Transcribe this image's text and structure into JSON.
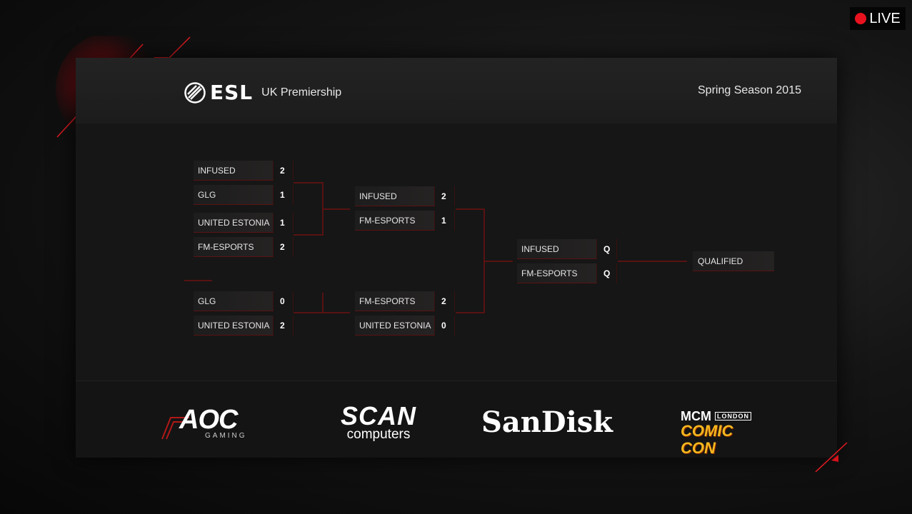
{
  "live_badge": {
    "label": "LIVE",
    "color": "#e8121e"
  },
  "header": {
    "logo_text": "ESL",
    "league": "UK Premiership",
    "season": "Spring Season 2015"
  },
  "bracket": {
    "upper_round1": [
      {
        "team": "INFUSED",
        "score": "2"
      },
      {
        "team": "GLG",
        "score": "1"
      },
      {
        "team": "UNITED ESTONIA",
        "score": "1"
      },
      {
        "team": "FM-ESPORTS",
        "score": "2"
      }
    ],
    "upper_round2": [
      {
        "team": "INFUSED",
        "score": "2"
      },
      {
        "team": "FM-ESPORTS",
        "score": "1"
      }
    ],
    "lower_round1": [
      {
        "team": "GLG",
        "score": "0"
      },
      {
        "team": "UNITED ESTONIA",
        "score": "2"
      }
    ],
    "lower_round2": [
      {
        "team": "FM-ESPORTS",
        "score": "2"
      },
      {
        "team": "UNITED ESTONIA",
        "score": "0"
      }
    ],
    "final": [
      {
        "team": "INFUSED",
        "score": "Q"
      },
      {
        "team": "FM-ESPORTS",
        "score": "Q"
      }
    ],
    "result_label": "QUALIFIED"
  },
  "sponsors": {
    "aoc": {
      "main": "AOC",
      "sub": "GAMING"
    },
    "scan": {
      "main": "SCAN",
      "sub": "computers"
    },
    "sandisk": {
      "main": "SanDisk"
    },
    "mcm": {
      "top": "MCM",
      "city": "LONDON",
      "bottom": "COMIC CON"
    }
  },
  "colors": {
    "accent": "#d4101a",
    "line": "#6e1010"
  }
}
